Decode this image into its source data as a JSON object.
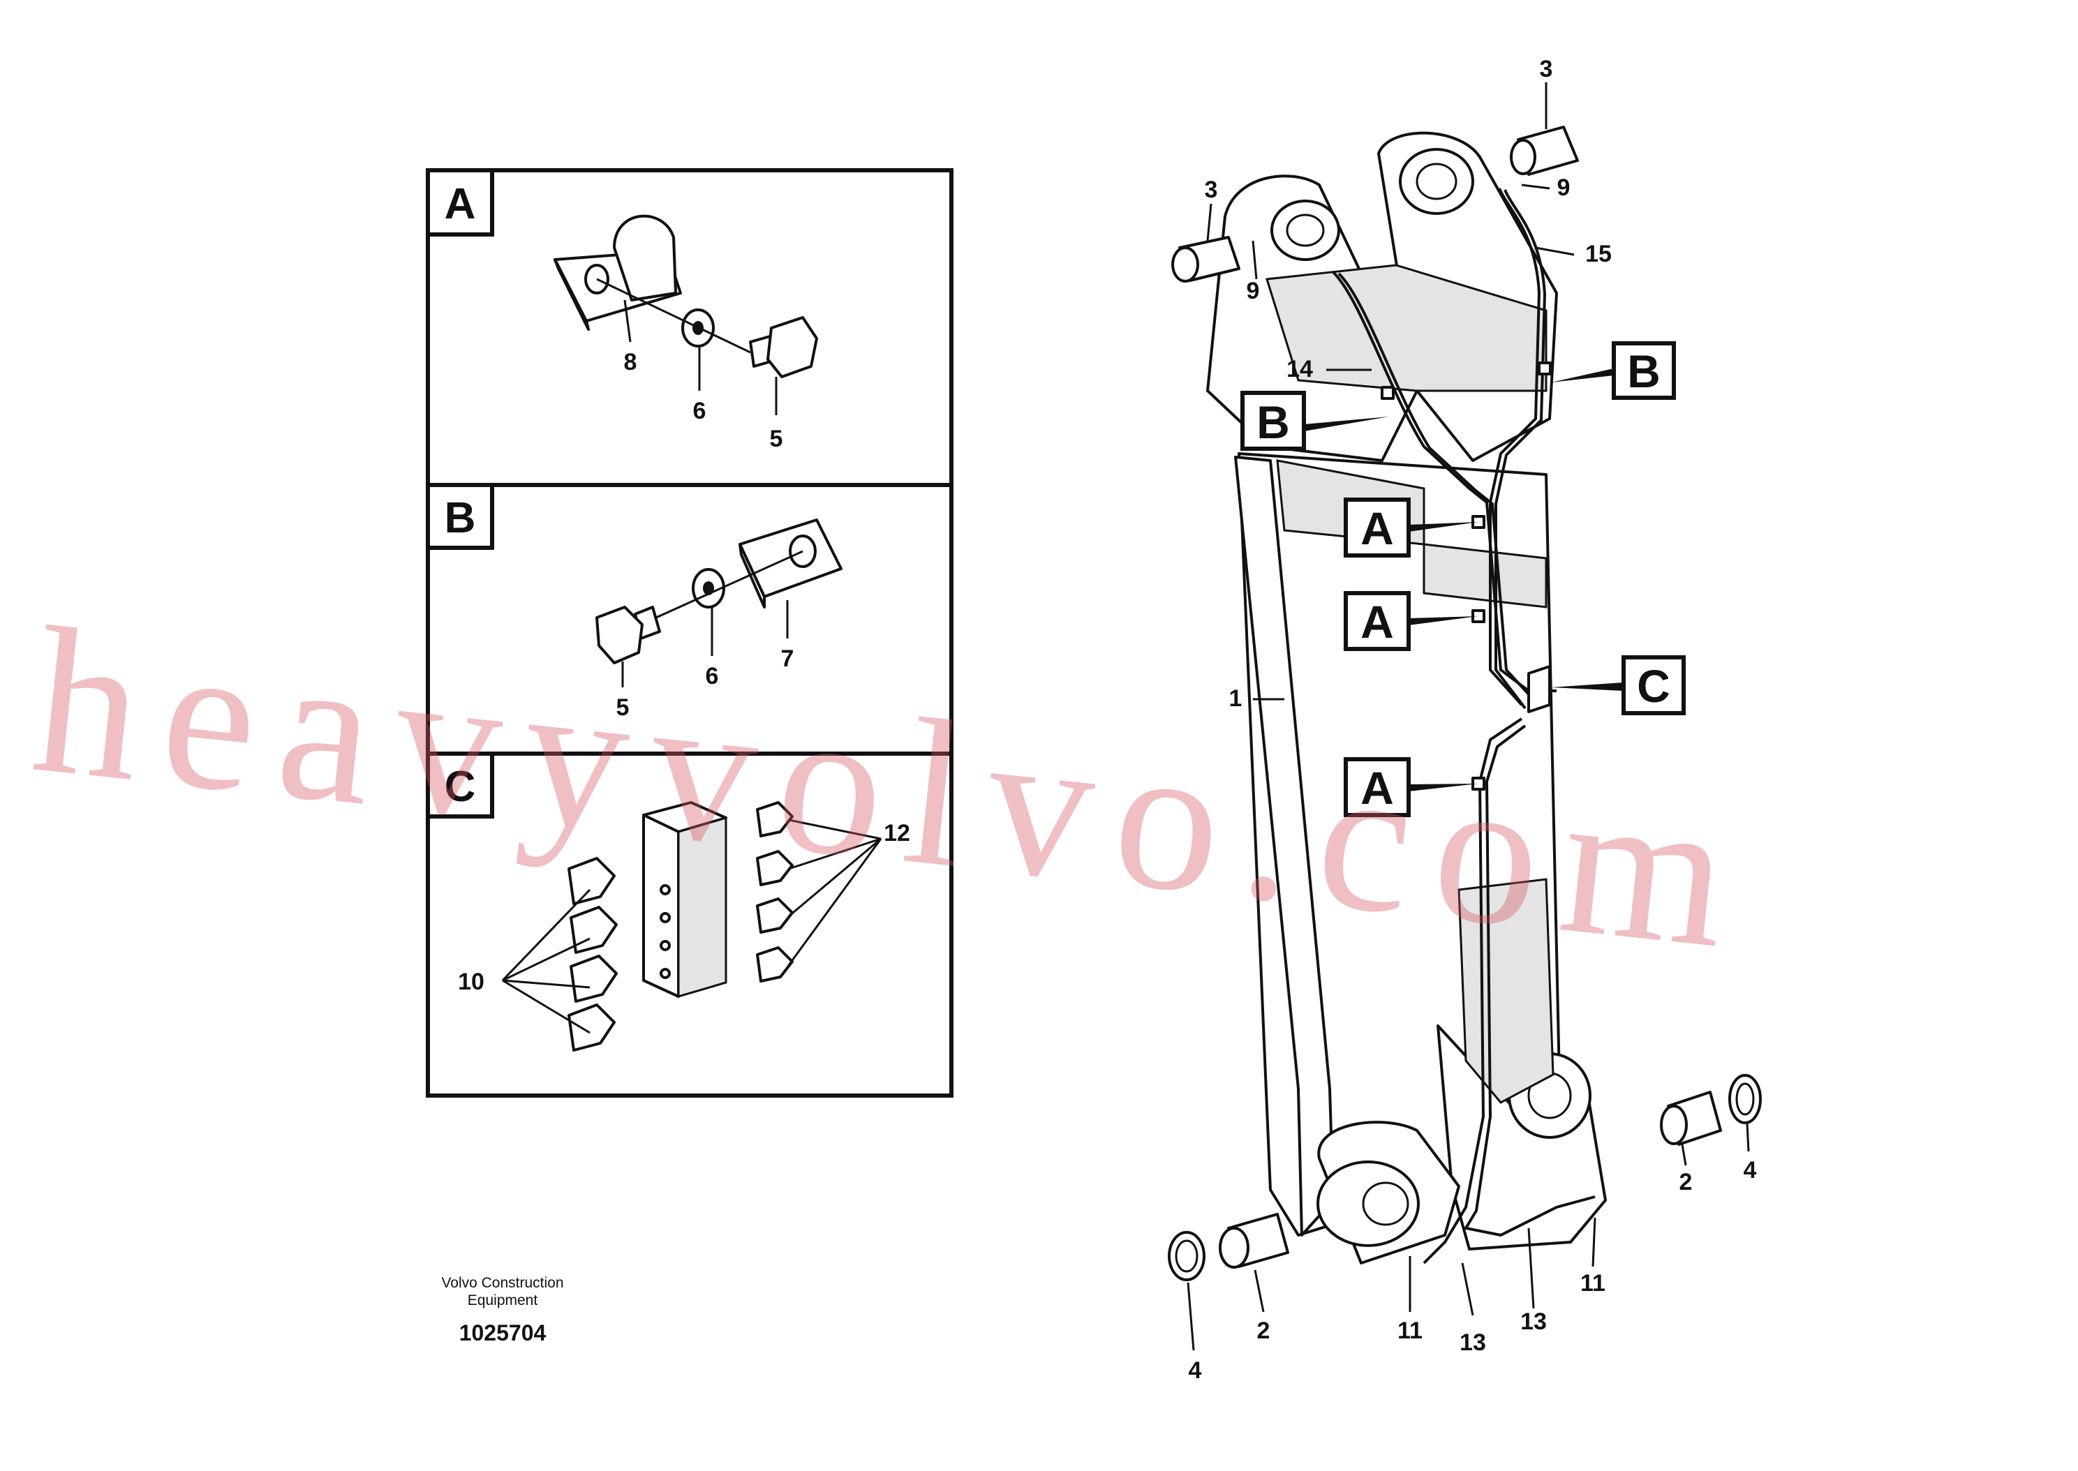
{
  "detail_panels": [
    {
      "letter": "A",
      "callouts": [
        "8",
        "6",
        "5"
      ]
    },
    {
      "letter": "B",
      "callouts": [
        "5",
        "6",
        "7"
      ]
    },
    {
      "letter": "C",
      "callouts": [
        "10",
        "12"
      ]
    }
  ],
  "section_markers": [
    "B",
    "B",
    "A",
    "A",
    "C",
    "A"
  ],
  "callouts": [
    "3",
    "3",
    "9",
    "9",
    "15",
    "14",
    "1",
    "2",
    "4",
    "2",
    "4",
    "11",
    "11",
    "13",
    "13"
  ],
  "caption": {
    "company_line1": "Volvo Construction",
    "company_line2": "Equipment",
    "number": "1025704"
  },
  "watermark": "heavyvolvo.com"
}
